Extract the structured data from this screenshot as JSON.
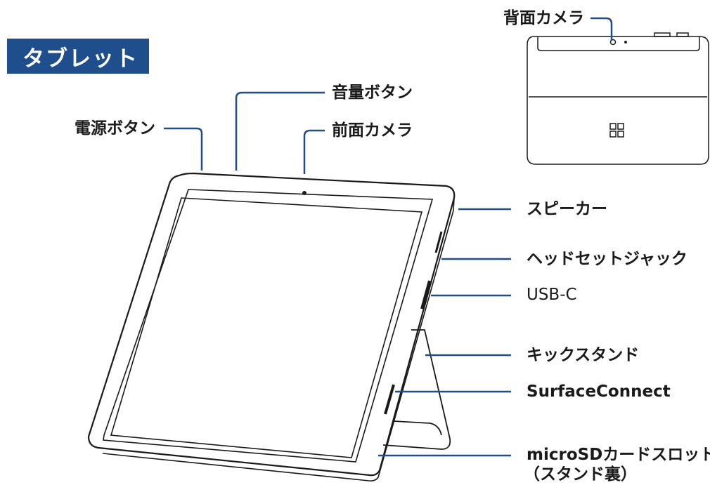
{
  "title": "タブレット",
  "labels": {
    "rear_camera": "背面カメラ",
    "volume_button": "音量ボタン",
    "power_button": "電源ボタン",
    "front_camera": "前面カメラ",
    "speaker": "スピーカー",
    "headset_jack": "ヘッドセットジャック",
    "usb_c": "USB-C",
    "kickstand": "キックスタンド",
    "surface_connect": "SurfaceConnect",
    "microsd_line1": "microSDカードスロット",
    "microsd_line2": "（スタンド裏）"
  },
  "colors": {
    "title_bg": "#1f4e8c",
    "leader_line": "#1f4e8c",
    "device_outline": "#1a1a1a"
  }
}
